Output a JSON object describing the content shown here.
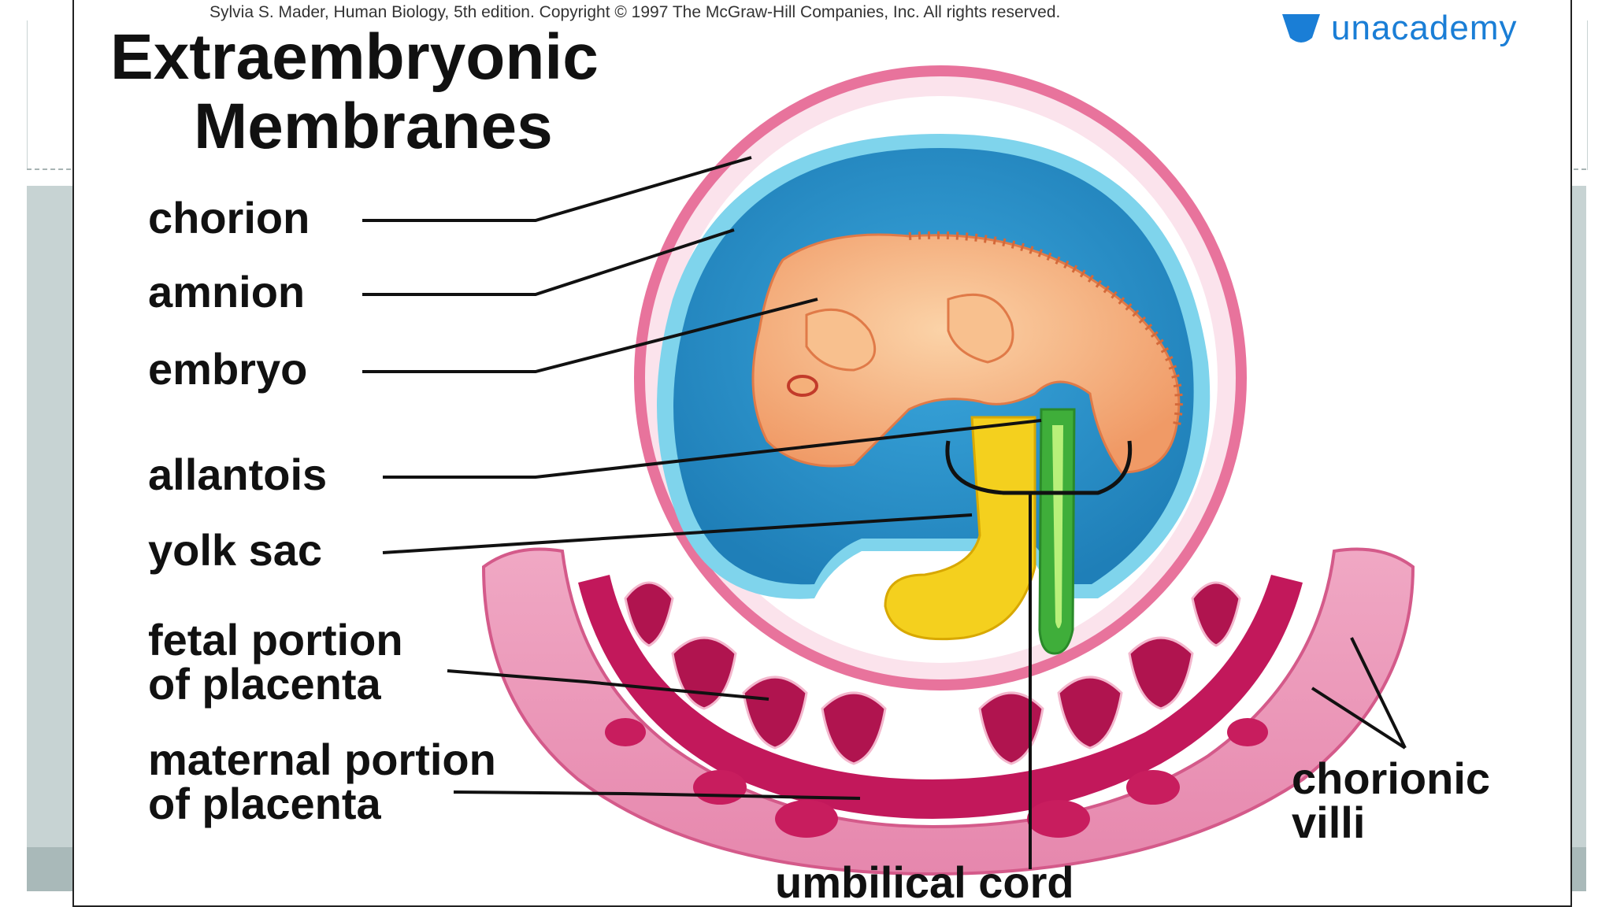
{
  "credit": "Sylvia S. Mader, Human Biology, 5th edition. Copyright © 1997 The McGraw-Hill Companies, Inc. All rights reserved.",
  "watermark": {
    "text": "unacademy",
    "color": "#1a7ed6"
  },
  "title": {
    "line1": "Extraembryonic",
    "line2": "Membranes"
  },
  "labels": {
    "chorion": "chorion",
    "amnion": "amnion",
    "embryo": "embryo",
    "allantois": "allantois",
    "yolk_sac": "yolk sac",
    "fetal_portion_line1": "fetal portion",
    "fetal_portion_line2": "of placenta",
    "maternal_portion_line1": "maternal portion",
    "maternal_portion_line2": "of placenta",
    "chorionic_villi_line1": "chorionic",
    "chorionic_villi_line2": "villi",
    "umbilical_cord": "umbilical cord"
  },
  "colors": {
    "chorion": "#e8739c",
    "amnion": "#7fd4ec",
    "amniotic_fluid": "#2f95cc",
    "embryo": "#f5b07a",
    "yolk_sac": "#f4d01e",
    "allantois": "#3fae3a",
    "placenta": "#c2185b"
  }
}
